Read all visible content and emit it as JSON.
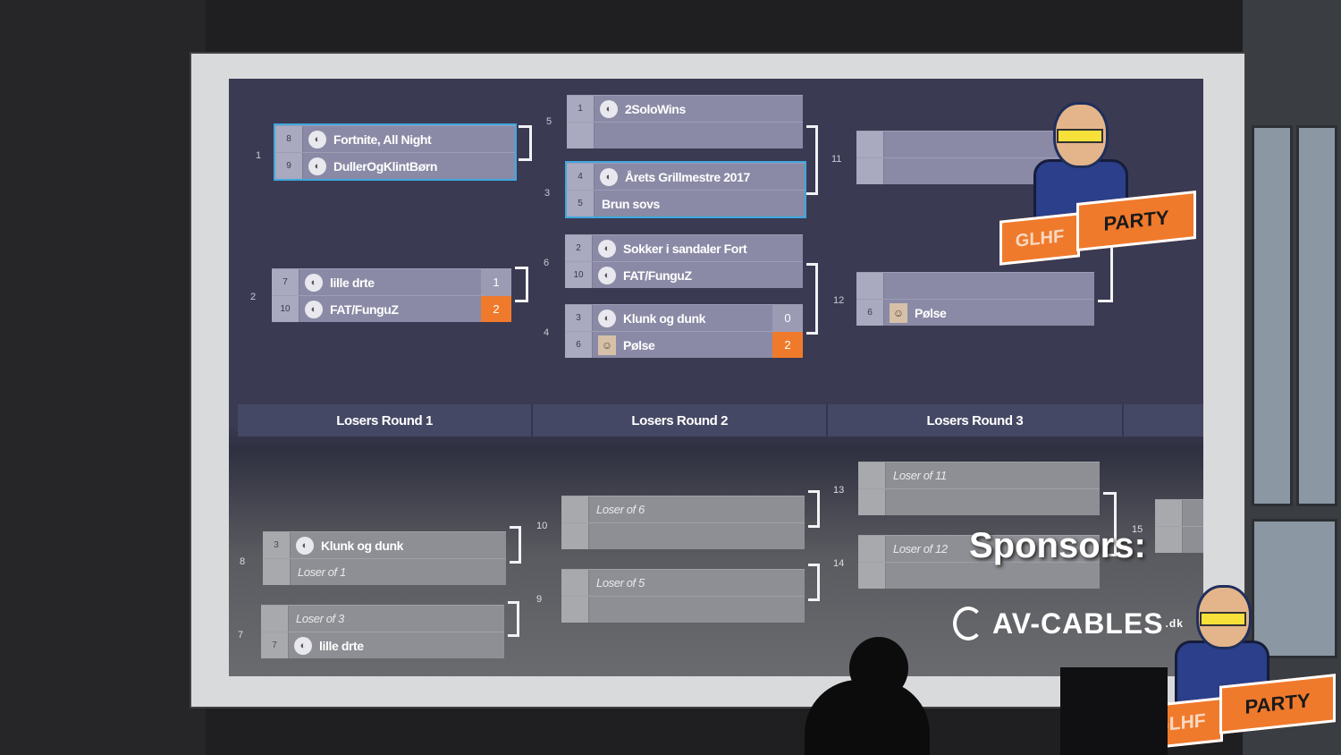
{
  "upper_matches": [
    {
      "num": "1",
      "slots": [
        {
          "seed": "8",
          "name": "Fortnite, All Night",
          "icon": "team-icon"
        },
        {
          "seed": "9",
          "name": "DullerOgKlintBørn",
          "icon": "team-icon"
        }
      ]
    },
    {
      "num": "2",
      "slots": [
        {
          "seed": "7",
          "name": "lille drte",
          "icon": "team-icon",
          "score": "1"
        },
        {
          "seed": "10",
          "name": "FAT/FunguZ",
          "icon": "team-icon",
          "score": "2"
        }
      ]
    },
    {
      "num": "5",
      "slots": [
        {
          "seed": "1",
          "name": "2SoloWins",
          "icon": "team-icon"
        },
        {
          "seed": "",
          "name": ""
        }
      ]
    },
    {
      "num": "3",
      "slots": [
        {
          "seed": "4",
          "name": "Årets Grillmestre 2017",
          "icon": "team-icon"
        },
        {
          "seed": "5",
          "name": "Brun sovs"
        }
      ]
    },
    {
      "num": "6",
      "slots": [
        {
          "seed": "2",
          "name": "Sokker i sandaler Fort",
          "icon": "team-icon"
        },
        {
          "seed": "10",
          "name": "FAT/FunguZ",
          "icon": "team-icon"
        }
      ]
    },
    {
      "num": "4",
      "slots": [
        {
          "seed": "3",
          "name": "Klunk og dunk",
          "icon": "team-icon",
          "score": "0"
        },
        {
          "seed": "6",
          "name": "Pølse",
          "icon": "avatar-icon",
          "score": "2"
        }
      ]
    },
    {
      "num": "11",
      "slots": [
        {
          "seed": "",
          "name": ""
        },
        {
          "seed": "",
          "name": ""
        }
      ]
    },
    {
      "num": "12",
      "slots": [
        {
          "seed": "",
          "name": ""
        },
        {
          "seed": "6",
          "name": "Pølse",
          "icon": "avatar-icon"
        }
      ]
    }
  ],
  "rounds": [
    "Losers Round 1",
    "Losers Round 2",
    "Losers Round 3"
  ],
  "lower_matches": [
    {
      "num": "8",
      "slots": [
        {
          "seed": "3",
          "name": "Klunk og dunk",
          "icon": "team-icon"
        },
        {
          "seed": "",
          "name": "Loser of 1",
          "placeholder": true
        }
      ]
    },
    {
      "num": "7",
      "slots": [
        {
          "seed": "",
          "name": "Loser of 3",
          "placeholder": true
        },
        {
          "seed": "7",
          "name": "lille drte",
          "icon": "team-icon"
        }
      ]
    },
    {
      "num": "10",
      "slots": [
        {
          "seed": "",
          "name": "Loser of 6",
          "placeholder": true
        },
        {
          "seed": "",
          "name": ""
        }
      ]
    },
    {
      "num": "9",
      "slots": [
        {
          "seed": "",
          "name": "Loser of 5",
          "placeholder": true
        },
        {
          "seed": "",
          "name": ""
        }
      ]
    },
    {
      "num": "13",
      "slots": [
        {
          "seed": "",
          "name": "Loser of 11",
          "placeholder": true
        },
        {
          "seed": "",
          "name": ""
        }
      ]
    },
    {
      "num": "14",
      "slots": [
        {
          "seed": "",
          "name": "Loser of 12",
          "placeholder": true
        },
        {
          "seed": "",
          "name": ""
        }
      ]
    },
    {
      "num": "15",
      "slots": [
        {
          "seed": "",
          "name": ""
        },
        {
          "seed": "",
          "name": ""
        }
      ]
    }
  ],
  "sponsors": {
    "title": "Sponsors:",
    "logo": "AV-CABLES",
    "logo_suffix": ".dk"
  },
  "brand": {
    "left": "GLHF",
    "right": "PARTY"
  },
  "colors": {
    "accent": "#f07a2c",
    "selection": "#3fa8df",
    "bracket_bg": "#3a3a52"
  }
}
